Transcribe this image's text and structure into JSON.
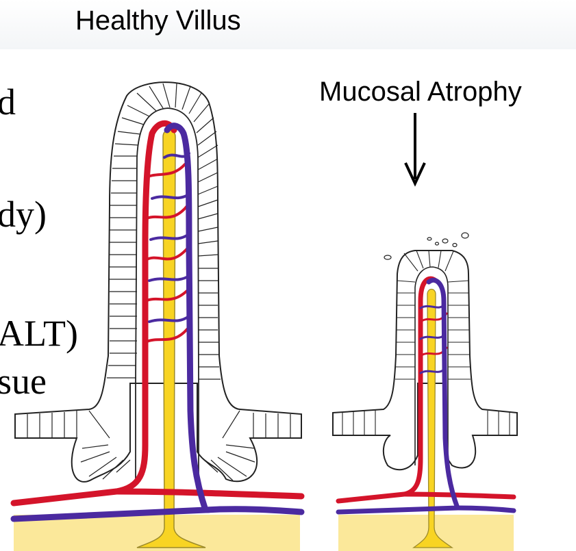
{
  "title": "Healthy Villus",
  "annotation": "Mucosal Atrophy",
  "partial_text": [
    "d",
    "dy)",
    "ALT)",
    "sue"
  ],
  "colors": {
    "artery": "#d4142a",
    "vein": "#4b2aa0",
    "lacteal": "#f8d423",
    "lacteal_outline": "#9c8a2a",
    "submucosa": "#fbe89a",
    "epithelium_stroke": "#222222"
  }
}
